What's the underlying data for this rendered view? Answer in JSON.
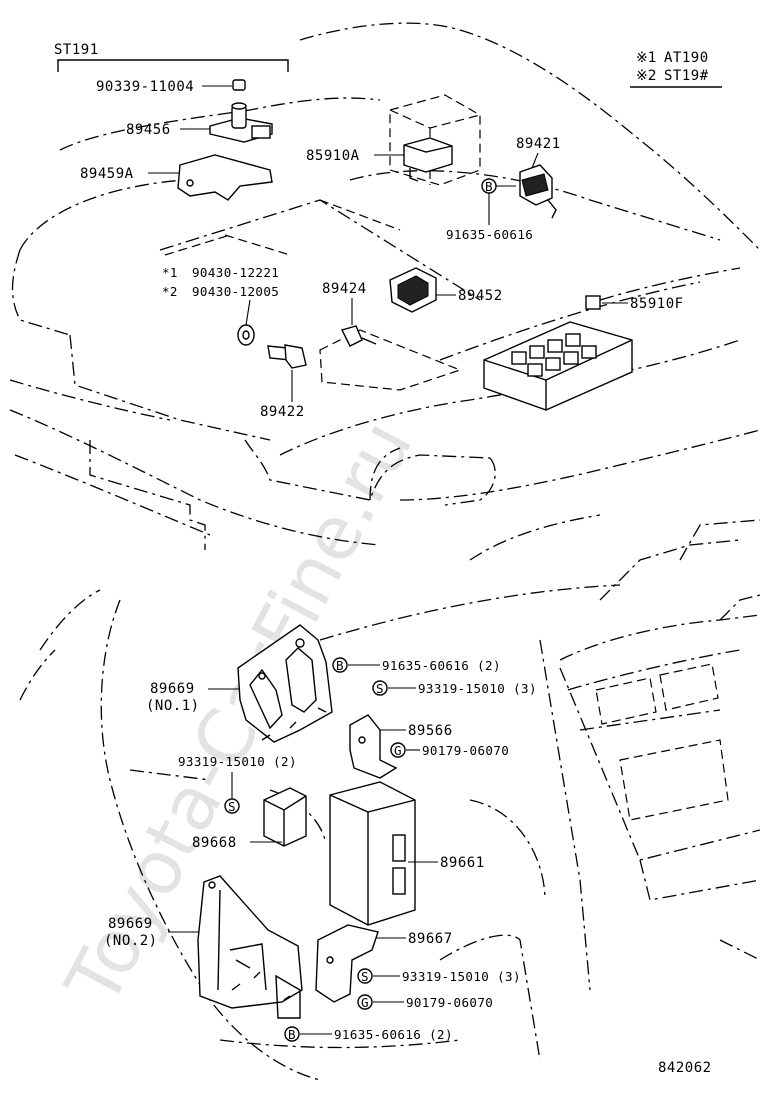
{
  "watermark": "Toyota-CarFine.ru",
  "figure_id": "842062",
  "variant_box": {
    "title": "ST191"
  },
  "legend": {
    "items": [
      {
        "mark": "※1",
        "text": "AT190"
      },
      {
        "mark": "※2",
        "text": "ST19#"
      }
    ]
  },
  "part_labels": {
    "p90339": "90339-11004",
    "p89456": "89456",
    "p89459A": "89459A",
    "p85910A": "85910A",
    "p89421": "89421",
    "p91635a": "91635-60616",
    "p90430_1_mark": "*1",
    "p90430_1": "90430-12221",
    "p90430_2_mark": "*2",
    "p90430_2": "90430-12005",
    "p89424": "89424",
    "p89452": "89452",
    "p85910F": "85910F",
    "p89422": "89422",
    "p89669a": "89669",
    "p89669a_sub": "(NO.1)",
    "p91635b": "91635-60616 (2)",
    "p93319a": "93319-15010 (3)",
    "p89566": "89566",
    "p90179a": "90179-06070",
    "p93319b": "93319-15010 (2)",
    "p89668": "89668",
    "p89661": "89661",
    "p89669b": "89669",
    "p89669b_sub": "(NO.2)",
    "p89667": "89667",
    "p93319c": "93319-15010 (3)",
    "p90179b": "90179-06070",
    "p91635c": "91635-60616 (2)"
  },
  "callout_symbols": {
    "bolt_B": "B",
    "screw_S": "S",
    "nut_G": "G"
  }
}
